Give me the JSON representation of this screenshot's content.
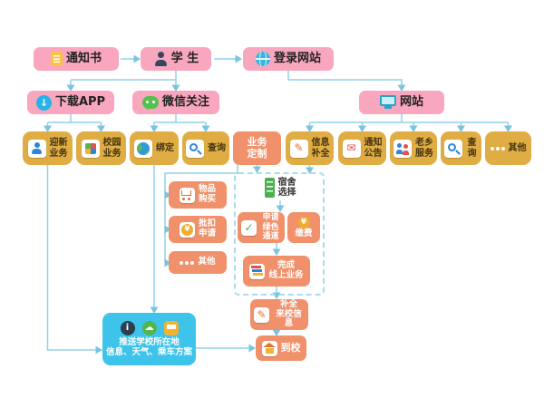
{
  "palette": {
    "pink": "#f9a6bf",
    "gold": "#e0ad45",
    "orange": "#f0916c",
    "blue": "#3ec3ea",
    "wire": "#8fd2e8",
    "green": "#4cb050"
  },
  "nodes": {
    "notice": {
      "label": "通知书",
      "icon": "document-icon"
    },
    "student": {
      "label": "学 生",
      "icon": "student-icon"
    },
    "login": {
      "label": "登录网站",
      "icon": "globe-icon"
    },
    "app": {
      "label": "下载APP",
      "icon": "download-icon"
    },
    "wechat": {
      "label": "微信关注",
      "icon": "wechat-icon"
    },
    "web": {
      "label": "网站",
      "icon": "monitor-icon"
    },
    "welcome": {
      "label": "迎新\n业务",
      "icon": "person-icon"
    },
    "campus": {
      "label": "校园\n业务",
      "icon": "campus-grid-icon"
    },
    "bind": {
      "label": "绑定",
      "icon": "earth-icon"
    },
    "query_wechat": {
      "label": "查询",
      "icon": "search-icon"
    },
    "custom": {
      "label": "业务\n定制"
    },
    "info_fill": {
      "label": "信息\n补全",
      "icon": "pencil-icon"
    },
    "announce": {
      "label": "通知\n公告",
      "icon": "mail-icon"
    },
    "hometown": {
      "label": "老乡\n服务",
      "icon": "people-icon"
    },
    "query_web": {
      "label": "查询",
      "icon": "search-icon"
    },
    "other_web": {
      "label": "其他",
      "icon": "dots-icon"
    },
    "buy": {
      "label": "物品\n购买",
      "icon": "cart-icon"
    },
    "deduct": {
      "label": "批扣\n申请",
      "icon": "coin-icon"
    },
    "other_tasks": {
      "label": "其他",
      "icon": "dots-icon"
    },
    "dorm": {
      "label": "宿舍\n选择",
      "icon": "locker-icon"
    },
    "green_channel": {
      "label": "申请\n绿色通道",
      "icon": "green-check-icon"
    },
    "pay": {
      "label": "缴费",
      "icon": "money-icon"
    },
    "finish_online": {
      "label": "完成\n线上业务",
      "icon": "cards-icon"
    },
    "complete_info": {
      "label": "补全\n来校信息",
      "icon": "pencil-icon"
    },
    "arrive": {
      "label": "到校",
      "icon": "school-icon"
    },
    "push": {
      "label": "推送学校所在地\n信息、天气、乘车方案",
      "icons": [
        "info-icon",
        "weather-icon",
        "transport-icon"
      ]
    }
  }
}
